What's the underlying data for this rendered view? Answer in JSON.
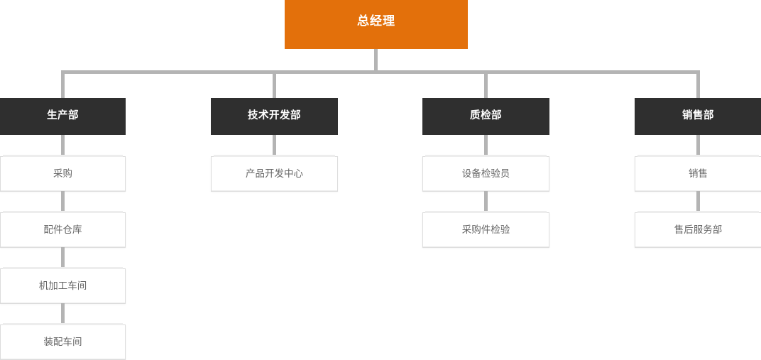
{
  "chart_data": {
    "type": "diagram",
    "title": "",
    "diagram_kind": "organization-chart",
    "orientation": "top-down",
    "colors": {
      "root_fill": "#e3700b",
      "root_text": "#ffffff",
      "department_fill": "#2f2f2f",
      "department_text": "#ffffff",
      "sub_fill": "#ffffff",
      "sub_text": "#666666",
      "sub_border": "#dcdcdc",
      "connector": "#b4b4b4",
      "background": "#ffffff"
    },
    "nodes": {
      "root": {
        "label": "总经理",
        "level": 0
      },
      "departments": [
        {
          "label": "生产部",
          "level": 1,
          "children": [
            "采购",
            "配件仓库",
            "机加工车间",
            "装配车间"
          ]
        },
        {
          "label": "技术开发部",
          "level": 1,
          "children": [
            "产品开发中心"
          ]
        },
        {
          "label": "质检部",
          "level": 1,
          "children": [
            "设备检验员",
            "采购件检验"
          ]
        },
        {
          "label": "销售部",
          "level": 1,
          "children": [
            "销售",
            "售后服务部"
          ]
        }
      ]
    }
  },
  "root": {
    "label": "总经理"
  },
  "departments": [
    {
      "label": "生产部"
    },
    {
      "label": "技术开发部"
    },
    {
      "label": "质检部"
    },
    {
      "label": "销售部"
    }
  ],
  "column1": [
    {
      "label": "采购"
    },
    {
      "label": "配件仓库"
    },
    {
      "label": "机加工车间"
    },
    {
      "label": "装配车间"
    }
  ],
  "column2": [
    {
      "label": "产品开发中心"
    }
  ],
  "column3": [
    {
      "label": "设备检验员"
    },
    {
      "label": "采购件检验"
    }
  ],
  "column4": [
    {
      "label": "销售"
    },
    {
      "label": "售后服务部"
    }
  ]
}
